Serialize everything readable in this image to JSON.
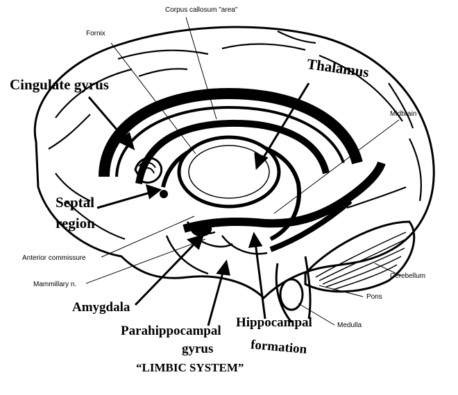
{
  "labels": {
    "corpus_callosum": "Corpus callosum \"area\"",
    "fornix": "Fornix",
    "thalamus": "Thalamus",
    "cingulate_gyrus": "Cingulate gyrus",
    "midbrain": "Midbrain",
    "septal": "Septal",
    "region": "region",
    "anterior_commissure": "Anterior commissure",
    "mammillary": "Mammillary n.",
    "amygdala": "Amygdala",
    "parahippocampal": "Parahippocampal",
    "gyrus": "gyrus",
    "hippocampal": "Hippocampal",
    "formation": "formation",
    "cerebellum": "Cerebellum",
    "pons": "Pons",
    "medulla": "Medulla"
  },
  "caption": "“LIMBIC SYSTEM”",
  "colors": {
    "ink": "#000000",
    "paper": "#ffffff"
  }
}
